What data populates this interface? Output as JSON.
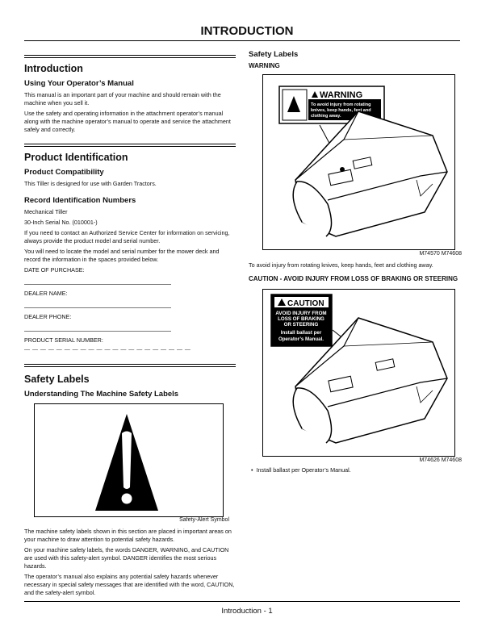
{
  "page_title": "INTRODUCTION",
  "left": {
    "intro": {
      "heading": "Introduction",
      "subheading": "Using Your Operator’s Manual",
      "p1": "This manual is an important part of your machine and should remain with the machine when you sell it.",
      "p2": "Use the safety and operating information in the attachment operator’s manual along with the machine operator’s manual to operate and service the attachment safely and correctly."
    },
    "product": {
      "heading": "Product Identification",
      "compat_heading": "Product Compatibility",
      "compat_text": "This Tiller is designed for use with Garden Tractors.",
      "record_heading": "Record Identification Numbers",
      "model": "Mechanical Tiller",
      "serial": "30-Inch Serial No. (010001-)",
      "p1": "If you need to contact an Authorized Service Center for information on servicing, always provide the product model and serial number.",
      "p2": "You will need to locate the model and serial number for the mower deck and record the information in the spaces provided below.",
      "field1": "DATE OF PURCHASE:",
      "field2": "DEALER NAME:",
      "field3": "DEALER PHONE:",
      "field4": "PRODUCT SERIAL NUMBER:",
      "serial_dashes": "— — — — — — — — — — — — — — — — — — — — —"
    },
    "safety": {
      "heading": "Safety Labels",
      "subheading": "Understanding The Machine Safety Labels",
      "caption": "Safety-Alert Symbol",
      "p1": "The machine safety labels shown in this section are placed in important areas on your machine to draw attention to potential safety hazards.",
      "p2": "On your machine safety labels, the words DANGER, WARNING, and CAUTION are used with this safety-alert symbol. DANGER identifies the most serious hazards.",
      "p3": "The operator’s manual also explains any potential safety hazards whenever necessary in special safety messages that are identified with the word, CAUTION, and the safety-alert symbol."
    }
  },
  "right": {
    "heading": "Safety Labels",
    "warning_label": "WARNING",
    "warning_sign": {
      "title": "WARNING",
      "text": [
        "To avoid injury from rotating",
        "knives, keep hands, feet and",
        "clothing away."
      ]
    },
    "fig1_num": "M74570 M74608",
    "fig1_caption": "To avoid injury from rotating knives, keep hands, feet and clothing away.",
    "caution_label": "CAUTION - AVOID INJURY FROM LOSS OF BRAKING OR STEERING",
    "caution_sign": {
      "title": "CAUTION",
      "text": [
        "AVOID INJURY FROM",
        "LOSS OF BRAKING",
        "OR STEERING",
        "Install ballast per",
        "Operator’s Manual."
      ]
    },
    "fig2_num": "M74626 M74608",
    "bullet1": "Install ballast per Operator’s Manual."
  },
  "footer": "Introduction - 1"
}
